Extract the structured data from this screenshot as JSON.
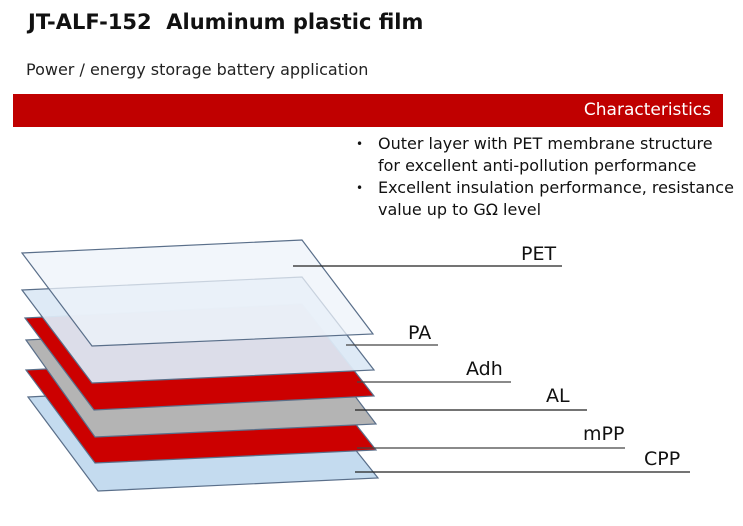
{
  "header": {
    "title": "JT-ALF-152  Aluminum plastic film",
    "subtitle": "Power / energy storage battery application"
  },
  "banner": {
    "label": "Characteristics",
    "color": "#c00000"
  },
  "characteristics": [
    "Outer layer with PET membrane structure for excellent anti-pollution performance",
    "Excellent insulation performance, resistance value up to GΩ level"
  ],
  "layers": [
    {
      "label": "PET",
      "fill": "#eef3f9"
    },
    {
      "label": "PA",
      "fill": "#dce9f5"
    },
    {
      "label": "Adh",
      "fill": "#cc0000"
    },
    {
      "label": "AL",
      "fill": "#b4b4b4"
    },
    {
      "label": "mPP",
      "fill": "#cc0000"
    },
    {
      "label": "CPP",
      "fill": "#c4dbef"
    }
  ]
}
